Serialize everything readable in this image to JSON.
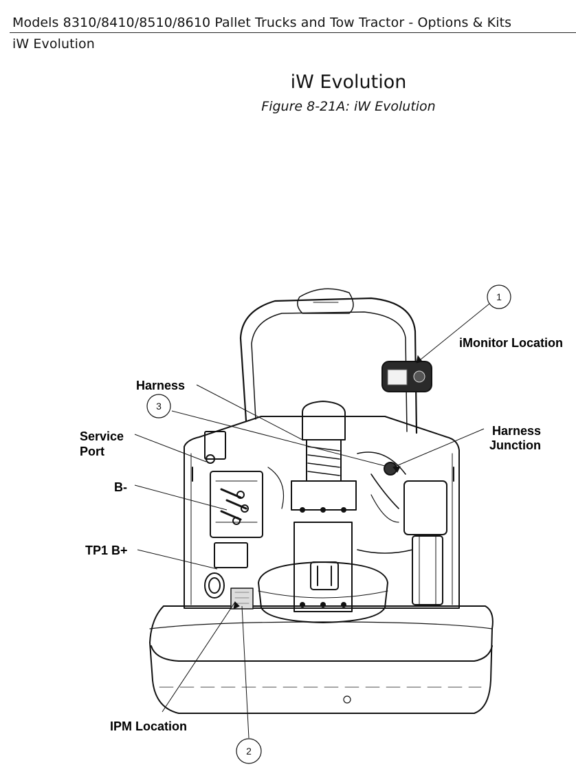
{
  "header": {
    "line1": "Models 8310/8410/8510/8610 Pallet Trucks and Tow Tractor - Options & Kits",
    "line2": "iW Evolution"
  },
  "page_title": "iW Evolution",
  "figure_caption": "Figure 8-21A: iW Evolution",
  "labels": {
    "imonitor": "iMonitor Location",
    "harness": "Harness",
    "harness_junction_1": "Harness",
    "harness_junction_2": "Junction",
    "service_port_1": "Service",
    "service_port_2": "Port",
    "b_minus": "B-",
    "tp1": "TP1 B+",
    "ipm": "IPM Location"
  },
  "callouts": {
    "c1": "1",
    "c2": "2",
    "c3": "3"
  }
}
